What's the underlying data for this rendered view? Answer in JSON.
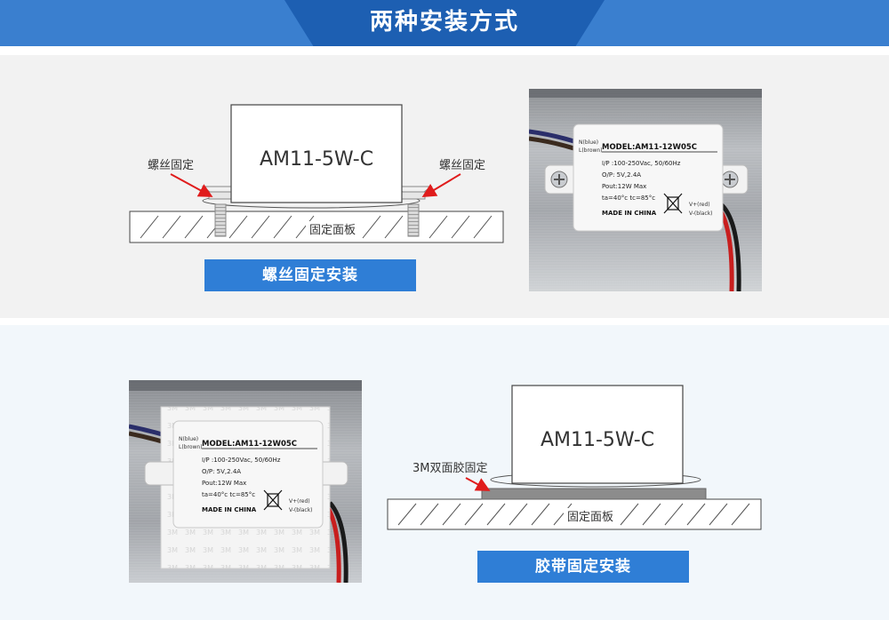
{
  "header": {
    "title": "两种安装方式"
  },
  "screw_section": {
    "module_label": "AM11-5W-C",
    "screw_label_left": "螺丝固定",
    "screw_label_right": "螺丝固定",
    "board_label": "固定面板",
    "caption": "螺丝固定安装"
  },
  "tape_section": {
    "module_label": "AM11-5W-C",
    "tape_label": "3M双面胶固定",
    "board_label": "固定面板",
    "caption": "胶带固定安装"
  },
  "product_label_1": {
    "wire_top": "N(blue)",
    "wire_bottom": "L(brown)",
    "model": "MODEL:AM11-12W05C",
    "input": "I/P :100-250Vac, 50/60Hz",
    "output": "O/P: 5V,2.4A",
    "pout": "Pout:12W Max",
    "temp": "ta=40°c tc=85°c",
    "made_in": "MADE IN CHINA",
    "v_plus": "V+(red)",
    "v_minus": "V-(black)"
  },
  "product_label_2": {
    "wire_top": "N(blue)",
    "wire_bottom": "L(brown)",
    "model": "MODEL:AM11-12W05C",
    "input": "I/P :100-250Vac, 50/60Hz",
    "output": "O/P: 5V,2.4A",
    "pout": "Pout:12W Max",
    "temp": "ta=40°c tc=85°c",
    "made_in": "MADE IN CHINA",
    "v_plus": "V+(red)",
    "v_minus": "V-(black)"
  },
  "colors": {
    "banner": "#3a7fcf",
    "banner_center": "#1d5fb2",
    "caption": "#2f7ed6",
    "arrow": "#e01c1c"
  }
}
